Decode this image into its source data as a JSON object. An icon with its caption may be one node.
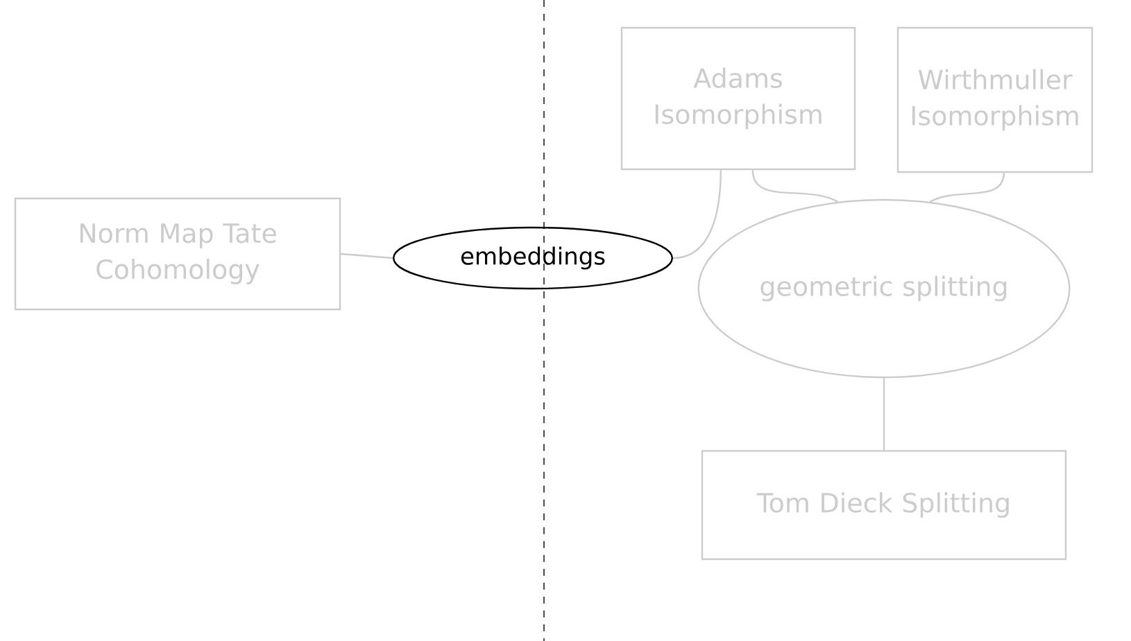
{
  "diagram": {
    "nodes": [
      {
        "text": [
          "Norm Map Tate Cohomology"
        ]
      },
      {
        "text": [
          "embeddings"
        ]
      },
      {
        "text": [
          "Adams Isomorphism"
        ]
      },
      {
        "text": [
          "Wirthmuller Isomorphism"
        ]
      },
      {
        "text": [
          "geometric splitting"
        ]
      },
      {
        "text": [
          "Tom Dieck Splitting"
        ]
      }
    ],
    "edges": [
      {
        "from": 0,
        "to": 1,
        "arrow": "none"
      },
      {
        "from": 1,
        "to": 2,
        "arrow": "none"
      },
      {
        "from": 2,
        "to": 4,
        "arrow": "none"
      },
      {
        "from": 3,
        "to": 4,
        "arrow": "none"
      },
      {
        "from": 4,
        "to": 5,
        "arrow": "none"
      }
    ]
  }
}
